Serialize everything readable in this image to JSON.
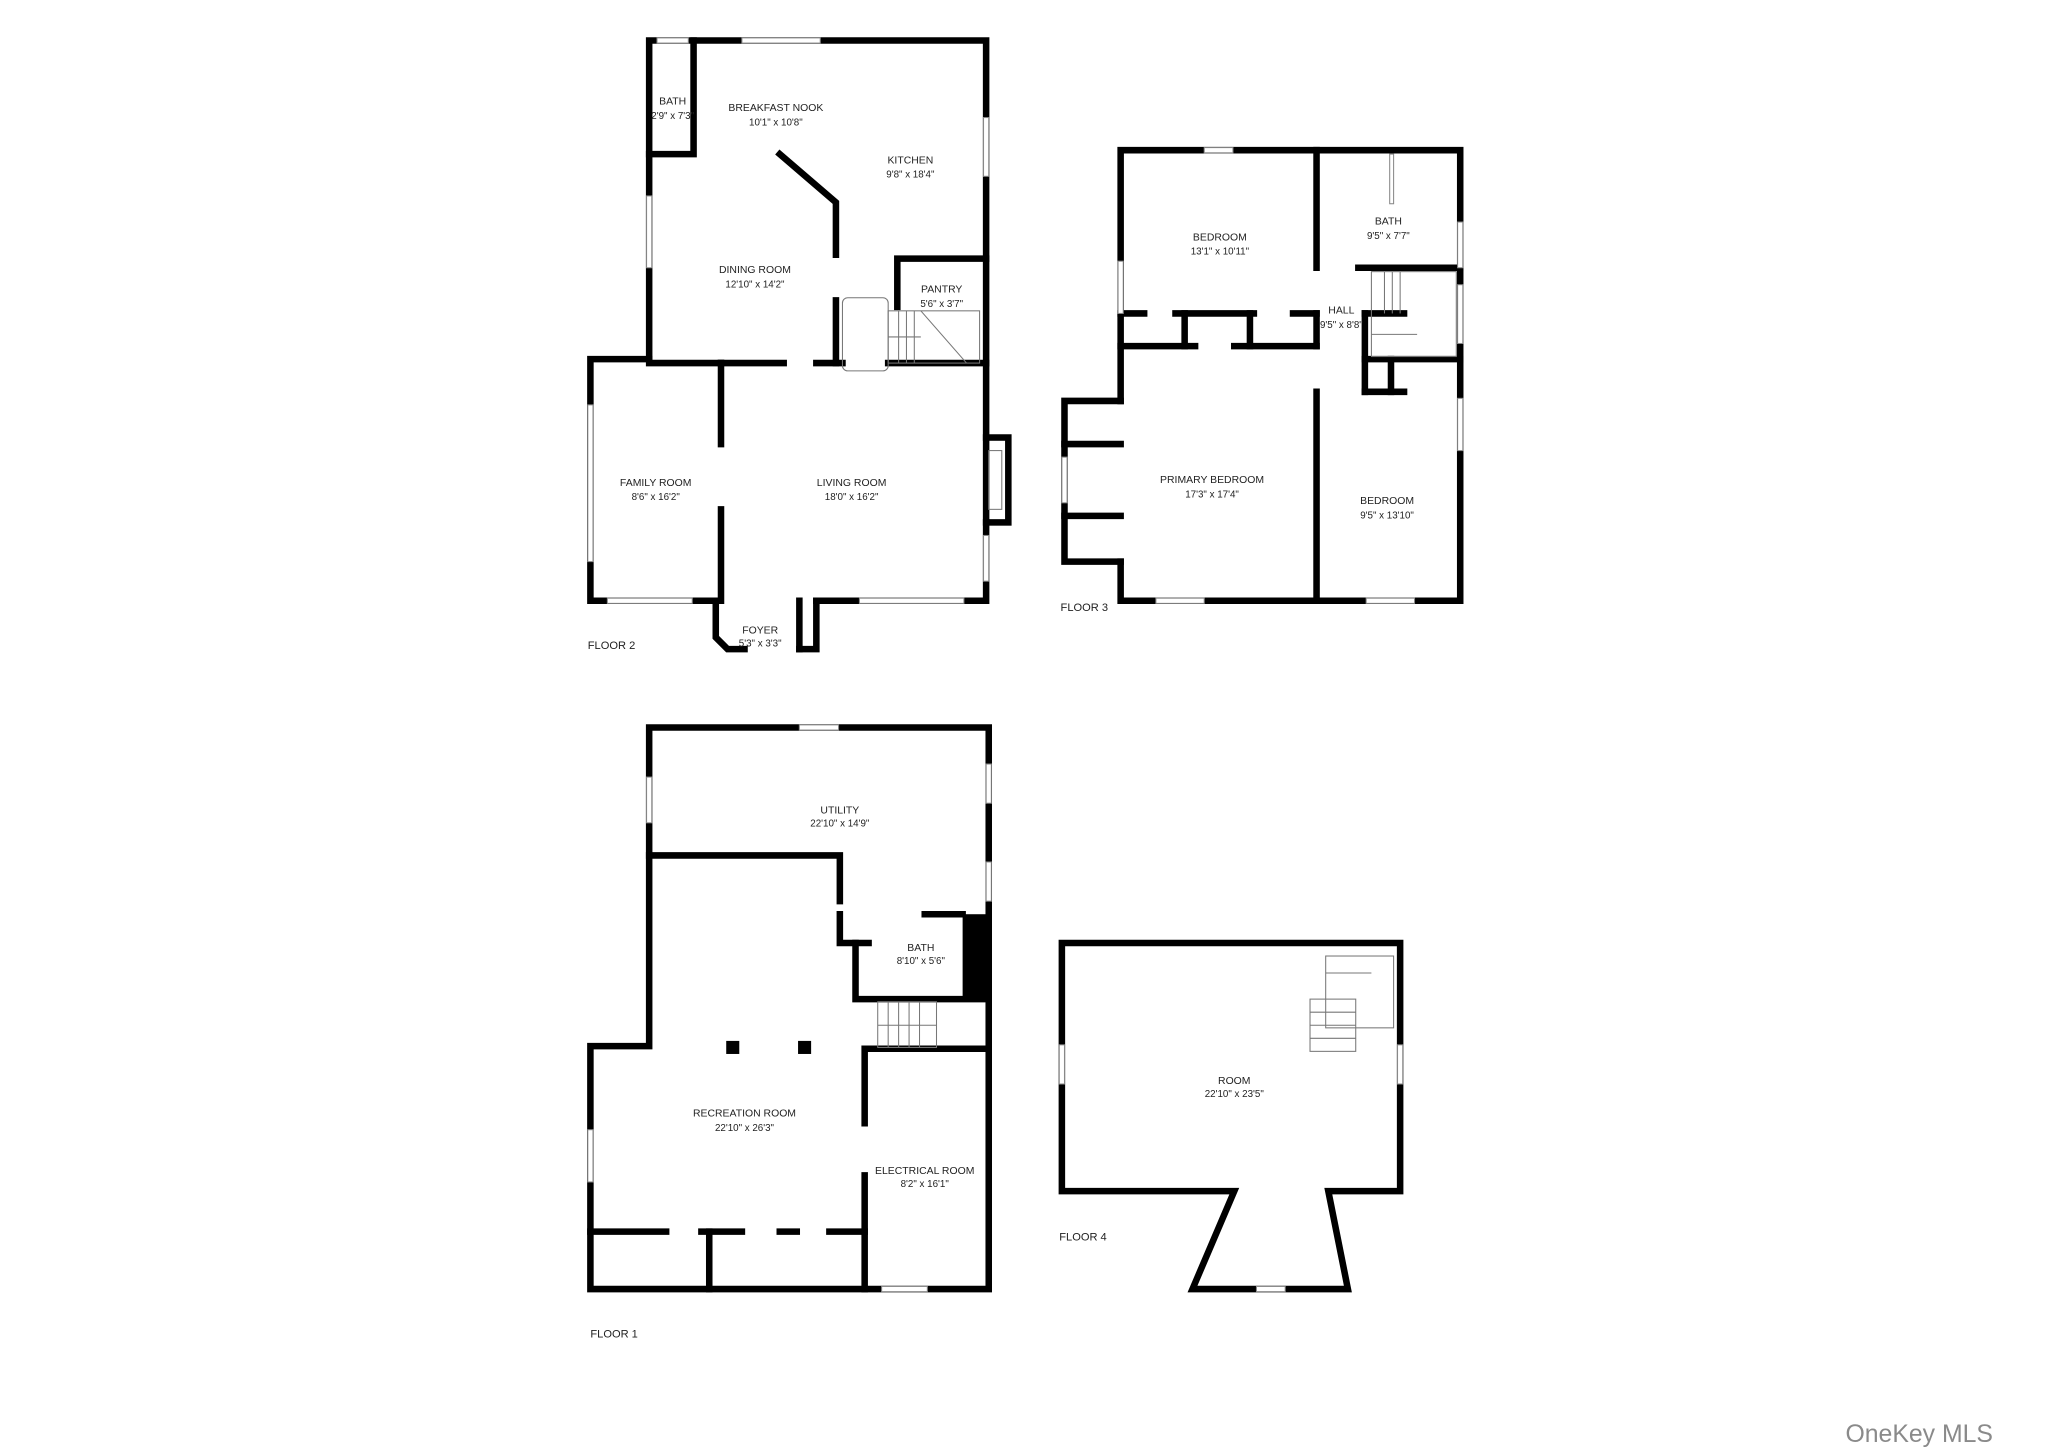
{
  "floors": {
    "floor2": {
      "label": "FLOOR 2",
      "rooms": [
        {
          "name": "BATH",
          "dims": "2'9\" x 7'3\""
        },
        {
          "name": "BREAKFAST NOOK",
          "dims": "10'1\" x 10'8\""
        },
        {
          "name": "KITCHEN",
          "dims": "9'8\" x 18'4\""
        },
        {
          "name": "DINING ROOM",
          "dims": "12'10\" x 14'2\""
        },
        {
          "name": "PANTRY",
          "dims": "5'6\" x 3'7\""
        },
        {
          "name": "FAMILY ROOM",
          "dims": "8'6\" x 16'2\""
        },
        {
          "name": "LIVING ROOM",
          "dims": "18'0\" x 16'2\""
        },
        {
          "name": "FOYER",
          "dims": "5'3\" x 3'3\""
        }
      ]
    },
    "floor3": {
      "label": "FLOOR 3",
      "rooms": [
        {
          "name": "BEDROOM",
          "dims": "13'1\" x 10'11\""
        },
        {
          "name": "BATH",
          "dims": "9'5\" x 7'7\""
        },
        {
          "name": "HALL",
          "dims": "9'5\" x 8'8\""
        },
        {
          "name": "PRIMARY BEDROOM",
          "dims": "17'3\" x 17'4\""
        },
        {
          "name": "BEDROOM",
          "dims": "9'5\" x 13'10\""
        }
      ]
    },
    "floor1": {
      "label": "FLOOR 1",
      "rooms": [
        {
          "name": "UTILITY",
          "dims": "22'10\" x 14'9\""
        },
        {
          "name": "BATH",
          "dims": "8'10\" x 5'6\""
        },
        {
          "name": "RECREATION ROOM",
          "dims": "22'10\" x 26'3\""
        },
        {
          "name": "ELECTRICAL ROOM",
          "dims": "8'2\" x 16'1\""
        }
      ]
    },
    "floor4": {
      "label": "FLOOR 4",
      "rooms": [
        {
          "name": "ROOM",
          "dims": "22'10\" x 23'5\""
        }
      ]
    }
  },
  "watermark": "OneKey MLS"
}
